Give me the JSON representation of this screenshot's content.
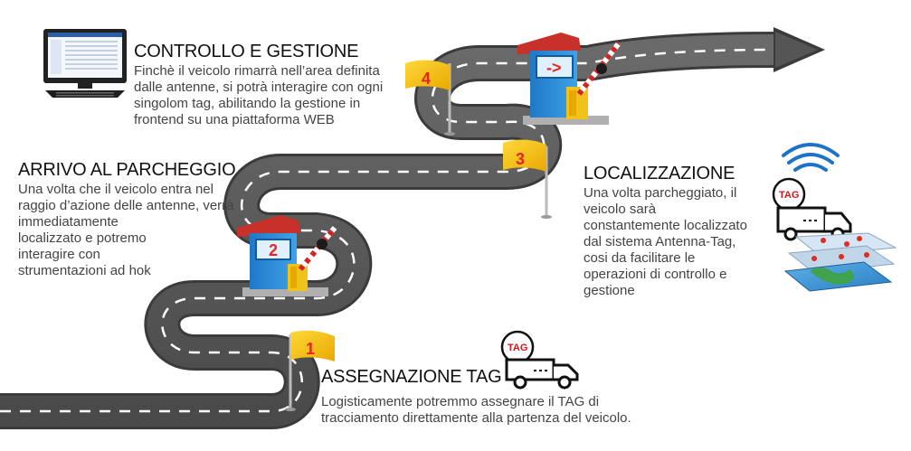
{
  "steps": [
    {
      "number": "1",
      "title": "ASSEGNAZIONE TAG",
      "lines": [
        "Logisticamente potremmo assegnare il TAG di",
        "tracciamento direttamente alla partenza del veicolo."
      ]
    },
    {
      "number": "2",
      "title": "ARRIVO AL PARCHEGGIO",
      "lines": [
        "Una volta che il veicolo entra nel",
        "raggio d’azione delle antenne, verrà",
        "immediatamente",
        "localizzato e potremo",
        "interagire con",
        "strumentazioni ad hok"
      ]
    },
    {
      "number": "3",
      "title": "LOCALIZZAZIONE",
      "lines": [
        "Una volta parcheggiato, il",
        "veicolo sarà",
        "constantemente localizzato",
        "dal sistema Antenna-Tag,",
        "cosi da facilitare le",
        "operazioni di controllo e",
        "gestione"
      ]
    },
    {
      "number": "4",
      "title": "CONTROLLO E GESTIONE",
      "lines": [
        "Finchè il veicolo rimarrà nell’area definita",
        "dalle antenne, si potrà interagire con ogni",
        "singolom tag, abilitando la gestione in",
        "frontend su una piattaforma WEB"
      ]
    }
  ],
  "labels": {
    "tag": "TAG",
    "booth_arrow": "->"
  },
  "colors": {
    "road": "#5a5a5a",
    "road_edge": "#3c3c3c",
    "flag": "#f5c518",
    "number": "#e8241b",
    "booth": "#2f8fd8",
    "roof": "#c8302a"
  }
}
